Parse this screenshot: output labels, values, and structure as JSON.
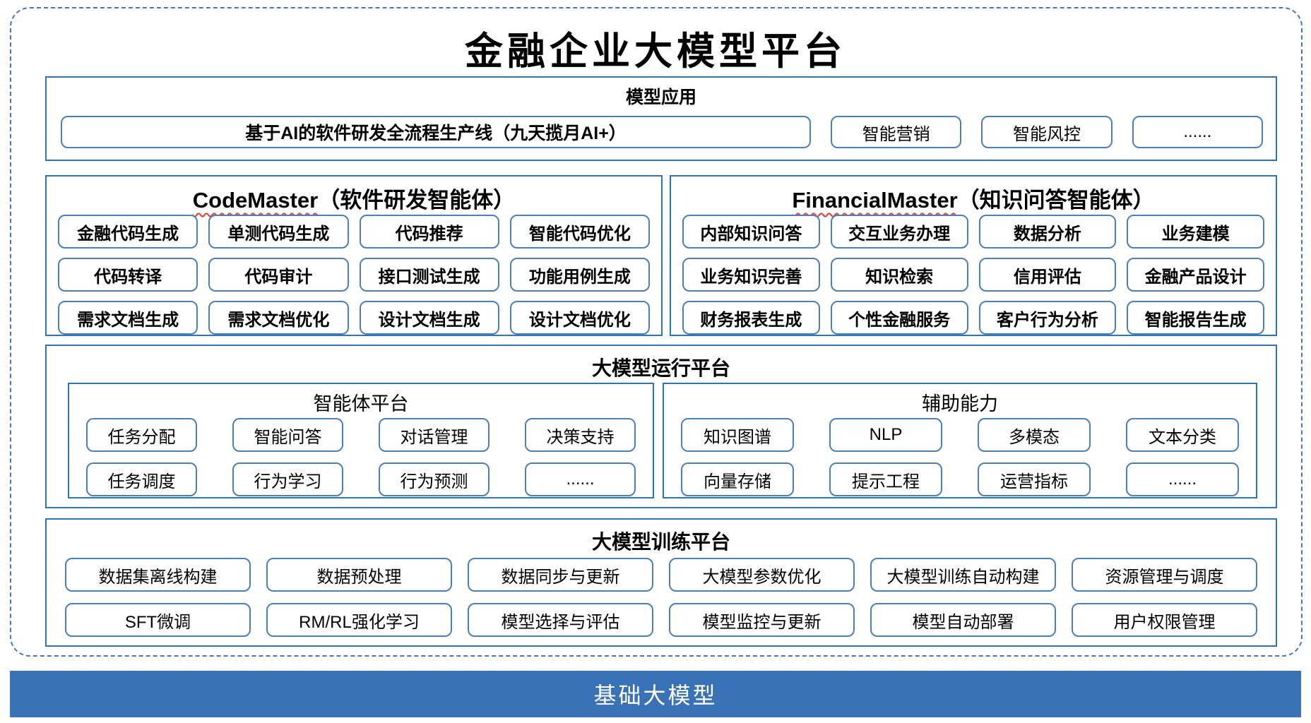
{
  "title": "金融企业大模型平台",
  "colors": {
    "frame_dashed_border": "#4875BE",
    "section_border": "#2E74B5",
    "item_border": "#4B7EBD",
    "foundation_bar": "#3A72B8",
    "spellcheck_underline": "#E8392E",
    "text": "#000000"
  },
  "applications": {
    "header": "模型应用",
    "pipeline": "基于AI的软件研发全流程生产线（九天揽月AI+）",
    "items": [
      "智能营销",
      "智能风控",
      "......"
    ]
  },
  "codemaster": {
    "title_en": "CodeMaster",
    "title_zh": "（软件研发智能体）",
    "items": [
      "金融代码生成",
      "单测代码生成",
      "代码推荐",
      "智能代码优化",
      "代码转译",
      "代码审计",
      "接口测试生成",
      "功能用例生成",
      "需求文档生成",
      "需求文档优化",
      "设计文档生成",
      "设计文档优化"
    ]
  },
  "financialmaster": {
    "title_en": "FinancialMaster",
    "title_zh": "（知识问答智能体）",
    "items": [
      "内部知识问答",
      "交互业务办理",
      "数据分析",
      "业务建模",
      "业务知识完善",
      "知识检索",
      "信用评估",
      "金融产品设计",
      "财务报表生成",
      "个性金融服务",
      "客户行为分析",
      "智能报告生成"
    ]
  },
  "runtime": {
    "header": "大模型运行平台",
    "agent_platform": {
      "header": "智能体平台",
      "items": [
        "任务分配",
        "智能问答",
        "对话管理",
        "决策支持",
        "任务调度",
        "行为学习",
        "行为预测",
        "......"
      ]
    },
    "auxiliary": {
      "header": "辅助能力",
      "items": [
        "知识图谱",
        "NLP",
        "多模态",
        "文本分类",
        "向量存储",
        "提示工程",
        "运营指标",
        "......"
      ]
    }
  },
  "training": {
    "header": "大模型训练平台",
    "items": [
      "数据集离线构建",
      "数据预处理",
      "数据同步与更新",
      "大模型参数优化",
      "大模型训练自动构建",
      "资源管理与调度",
      "SFT微调",
      "RM/RL强化学习",
      "模型选择与评估",
      "模型监控与更新",
      "模型自动部署",
      "用户权限管理"
    ]
  },
  "foundation": {
    "label": "基础大模型"
  }
}
